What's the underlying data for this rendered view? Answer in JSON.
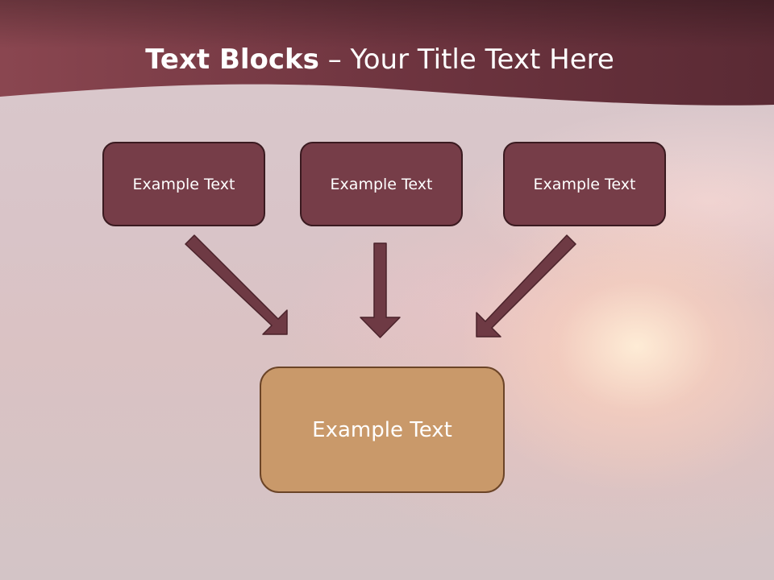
{
  "title": {
    "bold": "Text Blocks",
    "rest": " – Your Title Text Here"
  },
  "blocks": [
    {
      "label": "Example Text"
    },
    {
      "label": "Example Text"
    },
    {
      "label": "Example Text"
    }
  ],
  "target": {
    "label": "Example Text"
  },
  "colors": {
    "header": "#6f3540",
    "block_fill": "#763d48",
    "target_fill": "#c9996a",
    "arrow_fill": "#6e3a44"
  }
}
